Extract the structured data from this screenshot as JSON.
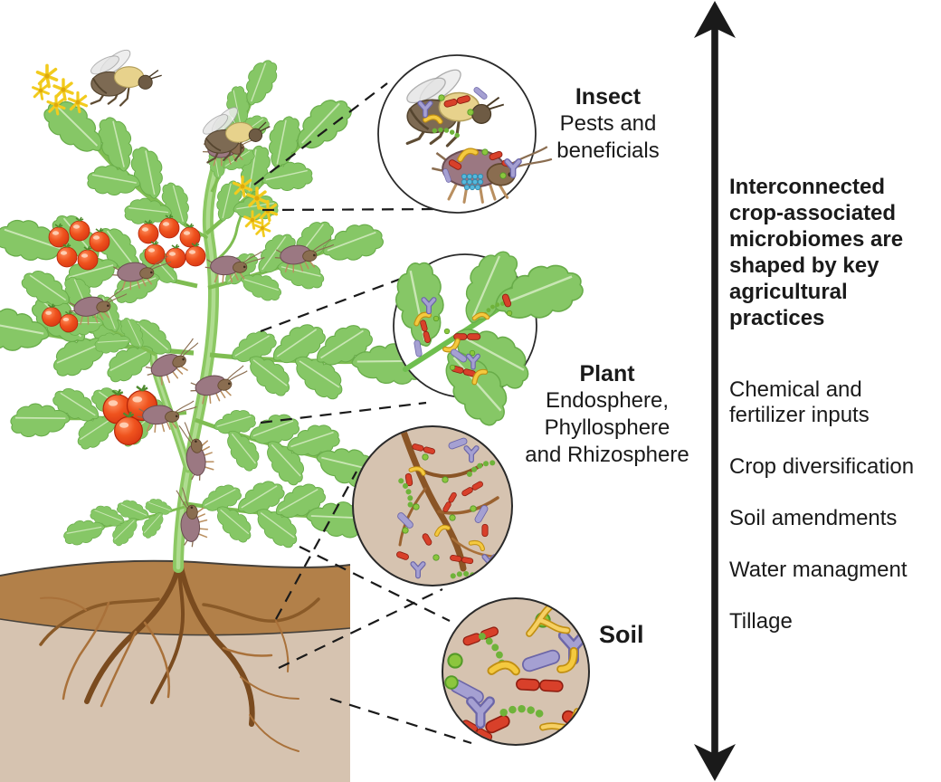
{
  "figure": {
    "magnifiers": {
      "insect": {
        "title": "Insect",
        "lines": [
          "Pests and",
          "beneficials"
        ]
      },
      "plant": {
        "title": "Plant",
        "lines": [
          "Endosphere,",
          "Phyllosphere",
          "and Rhizosphere"
        ]
      },
      "soil": {
        "title": "Soil"
      }
    },
    "sidebar": {
      "heading": "Interconnected crop-associated microbiomes are shaped by key agricultural practices",
      "practices": [
        "Chemical and fertilizer inputs",
        "Crop diversification",
        "Soil amendments",
        "Water managment",
        "Tillage"
      ]
    },
    "colors": {
      "leaf": "#86C766",
      "stem": "#8CC863",
      "tomato": "#E8431C",
      "flower": "#F5CE2E",
      "soil_dark": "#B28049",
      "soil_light": "#D6C3B0",
      "root": "#7A4B1F",
      "microbe_red": "#D8402A",
      "microbe_purple": "#A5A0D2",
      "microbe_yellow": "#F4C93F",
      "microbe_green": "#8CC63E",
      "microbe_blue": "#57B8DC",
      "arrow": "#1A1A1A"
    }
  }
}
